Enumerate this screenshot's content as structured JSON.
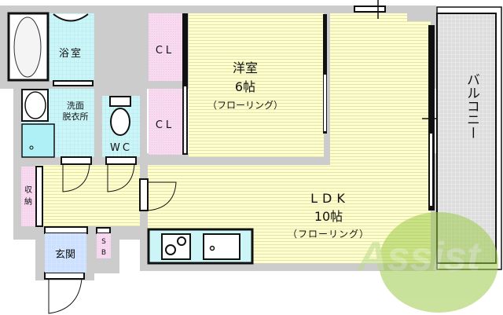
{
  "rooms": {
    "bath": "浴室",
    "wash1": "洗面",
    "wash2": "脱衣所",
    "wc": "WC",
    "closet1": "CL",
    "closet2": "CL",
    "western_name": "洋室",
    "western_size": "6帖",
    "western_floor": "（フローリング）",
    "ldk_name": "LDK",
    "ldk_size": "10帖",
    "ldk_floor": "（フローリング）",
    "balcony": "バルコニー",
    "storage1": "収",
    "storage2": "納",
    "entrance": "玄関",
    "sb1": "S",
    "sb2": "B"
  },
  "watermark": "Assist",
  "colors": {
    "wall": "#cccccc",
    "floor": "#ffffcc",
    "wet": "#ccf5f8",
    "closet": "#f7d9f0",
    "entrance": "#cce0ff",
    "balcony": "#dddddd",
    "logo": "#9ecb4a"
  }
}
